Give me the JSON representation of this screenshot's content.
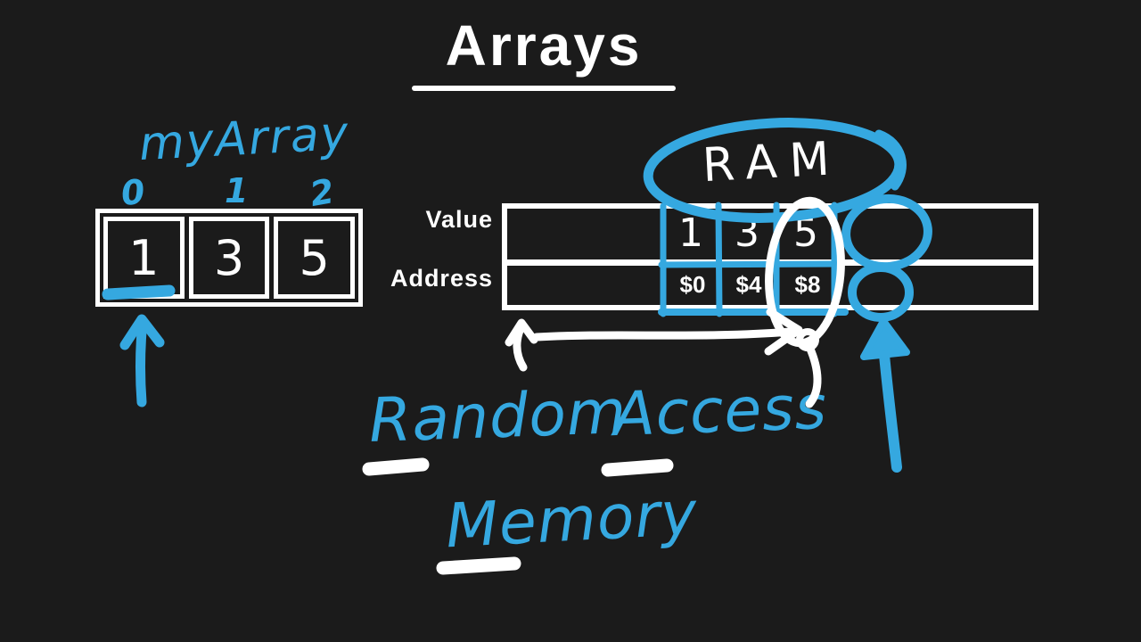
{
  "colors": {
    "background": "#1b1b1b",
    "marker_blue": "#35a8e0",
    "ink_white": "#ffffff"
  },
  "title": "Arrays",
  "left_array": {
    "label": "myArray",
    "indices": [
      "0",
      "1",
      "2"
    ],
    "values": [
      "1",
      "3",
      "5"
    ]
  },
  "memory": {
    "ram_label": "RAM",
    "value_row_label": "Value",
    "address_row_label": "Address",
    "values": [
      "1",
      "3",
      "5"
    ],
    "addresses": [
      "$0",
      "$4",
      "$8"
    ]
  },
  "caption": {
    "word1": "Random",
    "word2": "Access",
    "word3": "Memory"
  },
  "annotations": {
    "left_pointer": "blue-up-arrow",
    "index0_mark": "blue-underline",
    "ram_highlight": "blue-ellipse",
    "column3_highlight": "white-oval",
    "value_slot_highlight": "blue-scribble-circle",
    "address_slot_highlight": "blue-scribble-circle",
    "address_span_mark": "white-double-arrow",
    "right_pointer": "blue-up-arrow",
    "initial_letter_marks": "white-underlines-R-A-M"
  }
}
